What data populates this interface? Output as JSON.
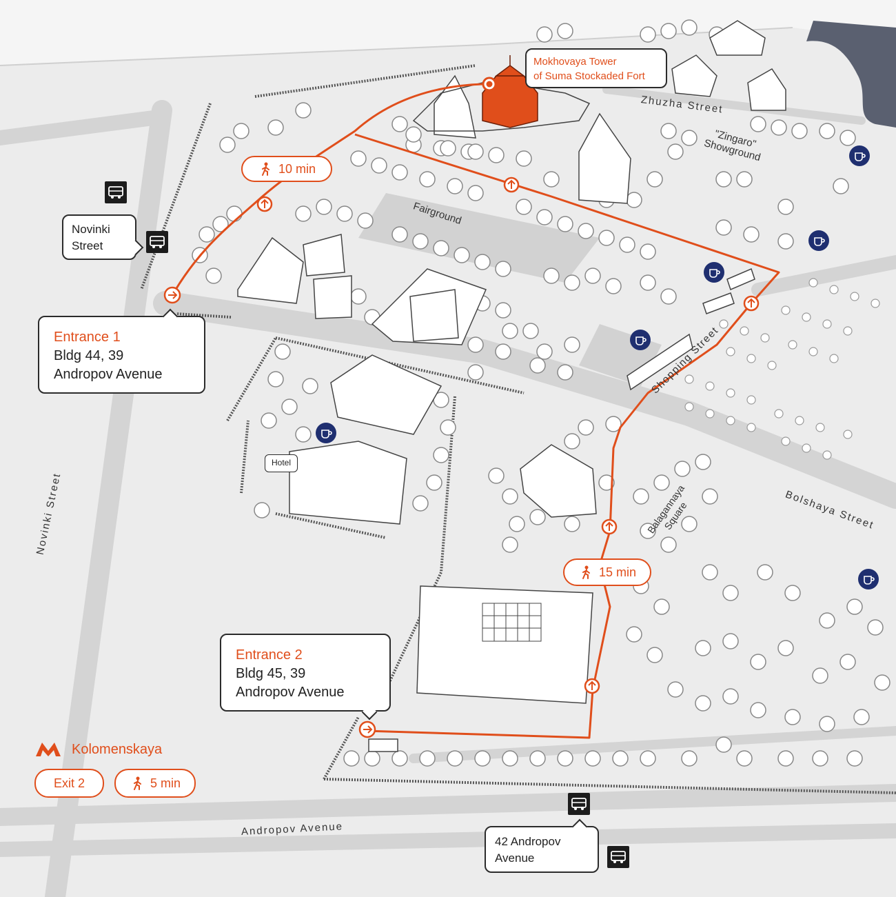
{
  "colors": {
    "route": "#e04e1b",
    "cafe": "#1f2f70",
    "bus": "#1c1c1c",
    "background": "#ececec",
    "road": "#d2d2d2"
  },
  "landmark": {
    "name_line1": "Mokhovaya Tower",
    "name_line2": "of Suma Stockaded Fort"
  },
  "entrances": [
    {
      "title": "Entrance 1",
      "line1": "Bldg 44, 39",
      "line2": "Andropov Avenue"
    },
    {
      "title": "Entrance 2",
      "line1": "Bldg 45, 39",
      "line2": "Andropov Avenue"
    }
  ],
  "walk_times": {
    "route1": "10 min",
    "route2": "15 min"
  },
  "bus_stops": [
    {
      "line1": "Novinki",
      "line2": "Street",
      "icon": "bus-icon"
    },
    {
      "line1": "42 Andropov",
      "line2": "Avenue",
      "icon": "bus-icon"
    }
  ],
  "streets": {
    "novinki": "Novinki Street",
    "andropov": "Andropov Avenue",
    "bolshaya": "Bolshaya Street",
    "zhuzha": "Zhuzha Street",
    "shopping": "Shopping Street"
  },
  "areas": {
    "fairground": "Fairground",
    "zingaro_line1": "\"Zingaro\"",
    "zingaro_line2": "Showground",
    "balagannaya_line1": "Balagannaya",
    "balagannaya_line2": "Square",
    "hotel": "Hotel"
  },
  "metro": {
    "station": "Kolomenskaya",
    "exit": "Exit 2",
    "walk": "5 min",
    "icon": "metro-icon"
  },
  "icons": {
    "cafe": "coffee-cup-icon",
    "walk": "walking-person-icon",
    "bus": "bus-icon",
    "direction": "arrow-icon"
  }
}
